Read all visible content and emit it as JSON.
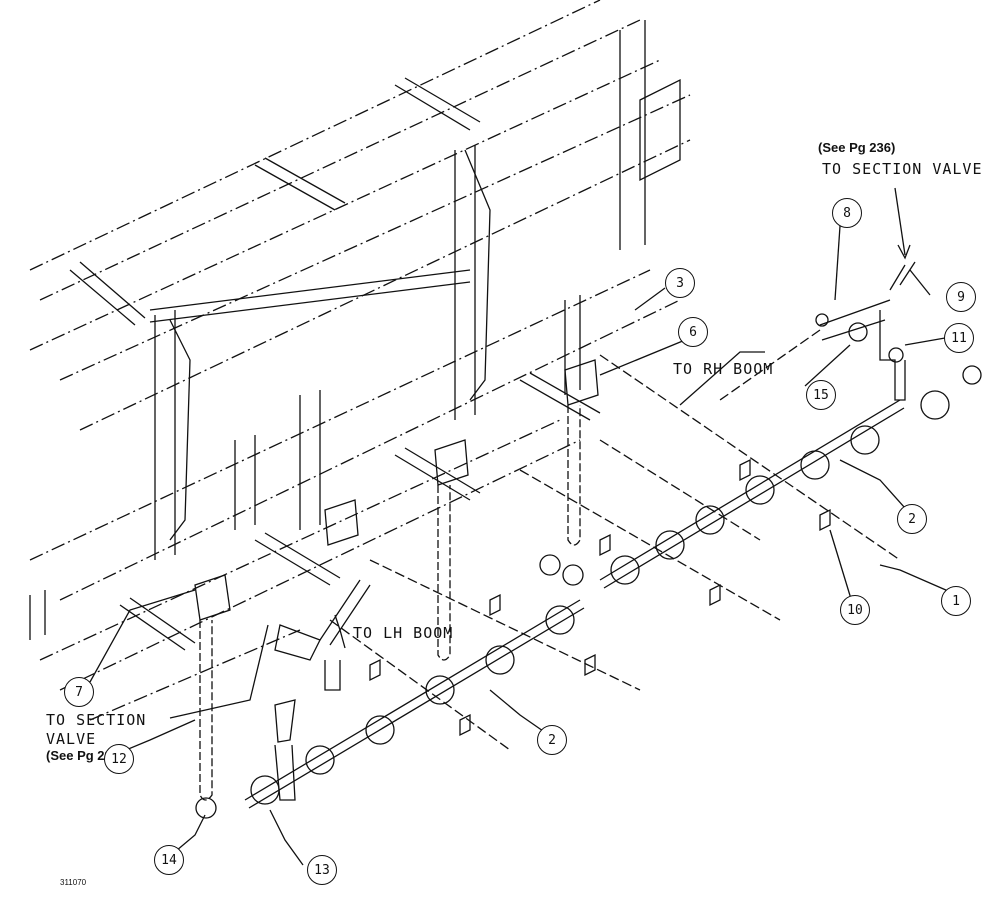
{
  "drawing_id": "311070",
  "notes": {
    "top_ref": "(See Pg 236)",
    "to_section_valve_top": "TO SECTION VALVE",
    "to_rh_boom": "TO RH BOOM",
    "to_lh_boom": "TO LH BOOM",
    "to_section_bottom_1": "TO SECTION",
    "to_section_bottom_2": "VALVE",
    "bottom_ref": "(See Pg 238)"
  },
  "callouts": [
    "1",
    "2",
    "2",
    "3",
    "6",
    "7",
    "8",
    "9",
    "10",
    "11",
    "12",
    "13",
    "14",
    "15"
  ]
}
